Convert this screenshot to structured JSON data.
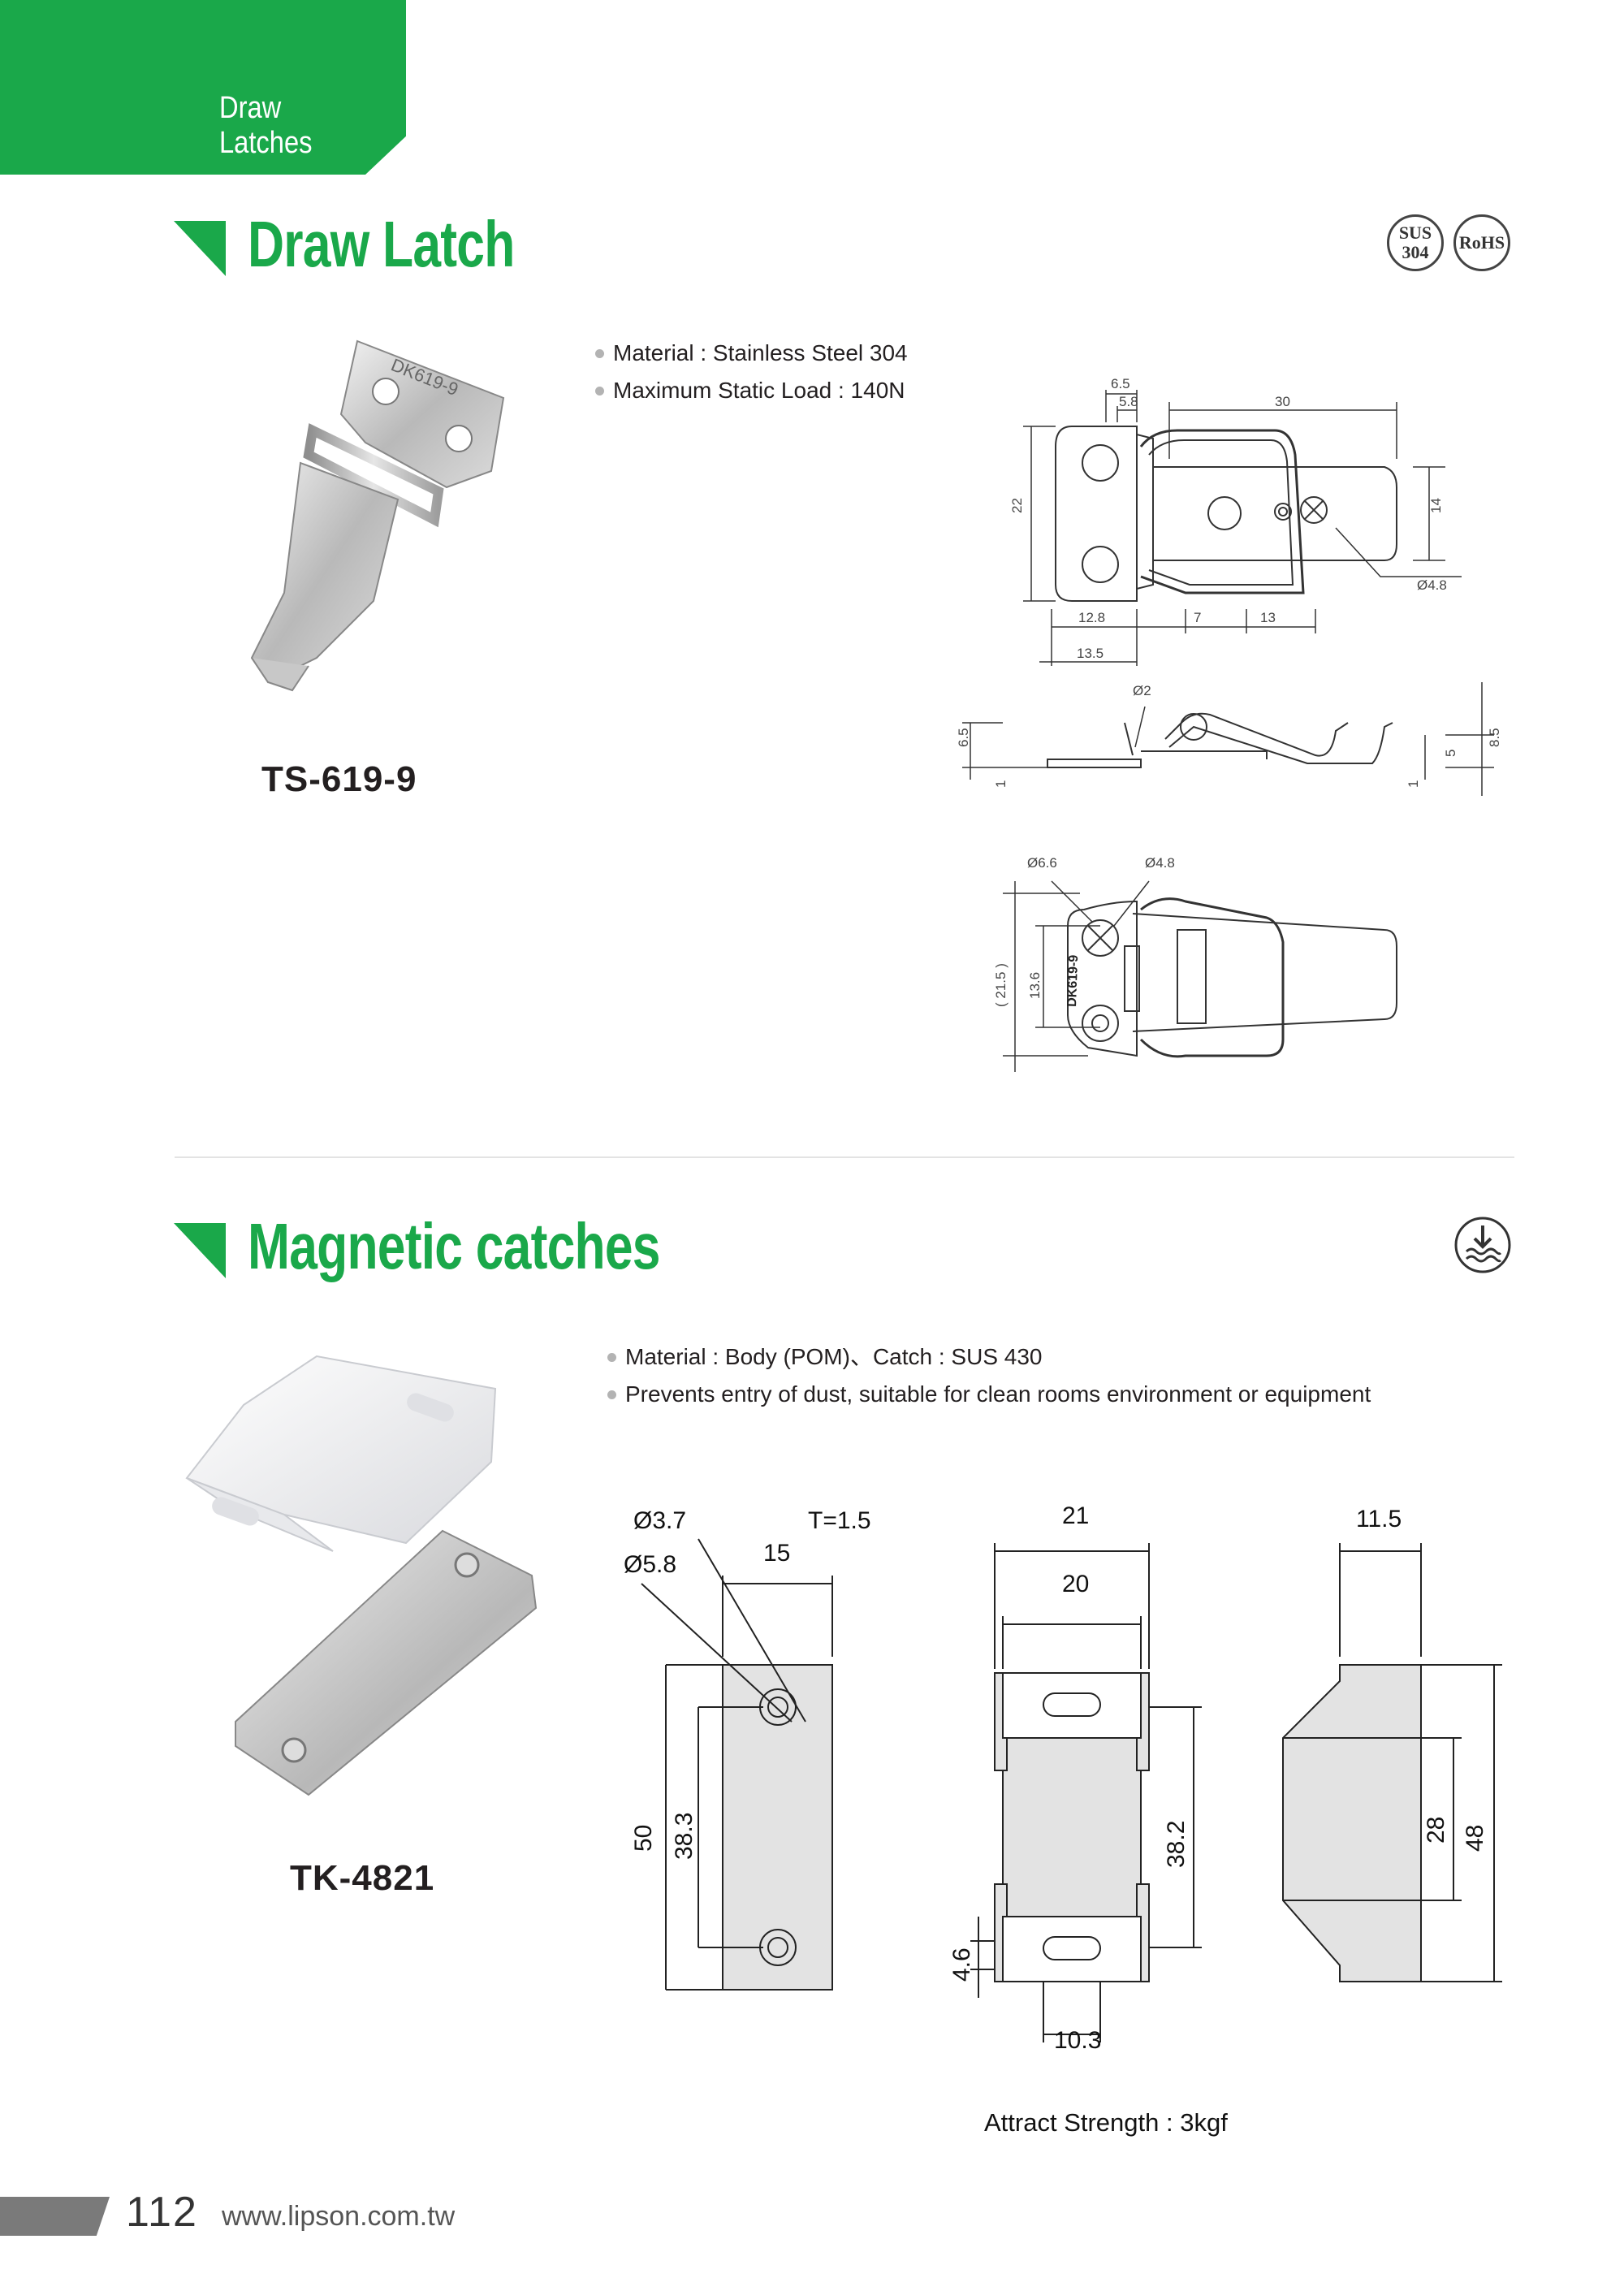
{
  "header": {
    "tab_label": "Draw Latches"
  },
  "sections": [
    {
      "title": "Draw Latch",
      "model": "TS-619-9",
      "badges": [
        "SUS 304",
        "RoHS"
      ],
      "specs": [
        "Material : Stainless Steel 304",
        "Maximum Static Load : 140N"
      ],
      "dims": [
        "6.5",
        "5.8",
        "30",
        "22",
        "14",
        "Ø4.8",
        "12.8",
        "7",
        "13",
        "13.5",
        "Ø2",
        "6.5",
        "1",
        "1",
        "5",
        "8.5",
        "Ø6.6",
        "Ø4.8",
        "( 21.5 )",
        "13.6"
      ],
      "engraving": "DK619-9"
    },
    {
      "title": "Magnetic catches",
      "model": "TK-4821",
      "badges": [
        "water-resistant-icon"
      ],
      "specs": [
        "Material : Body (POM)、Catch : SUS 430",
        "Prevents entry of dust, suitable for clean rooms environment or equipment"
      ],
      "dims": [
        "Ø3.7",
        "T=1.5",
        "15",
        "Ø5.8",
        "50",
        "38.3",
        "21",
        "20",
        "38.2",
        "4.6",
        "10.3",
        "11.5",
        "28",
        "48"
      ],
      "note": "Attract Strength : 3kgf"
    }
  ],
  "footer": {
    "page_number": "112",
    "url": "www.lipson.com.tw"
  },
  "colors": {
    "brand_green": "#1aa84a",
    "footer_gray": "#7a7a7a"
  }
}
